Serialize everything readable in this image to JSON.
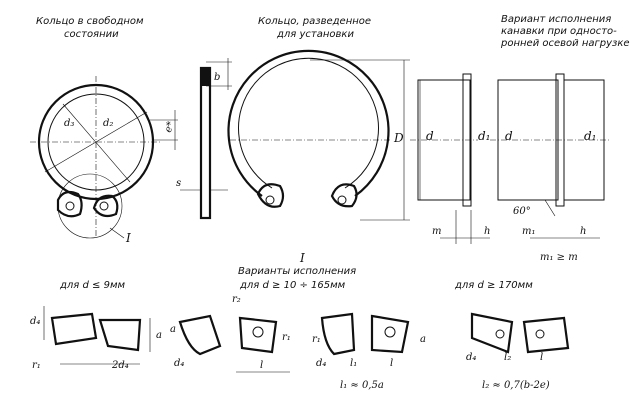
{
  "captions": {
    "free_state": [
      "Кольцо в свободном",
      "состоянии"
    ],
    "spread_state": [
      "Кольцо, разведенное",
      "для установки"
    ],
    "groove_variant": [
      "Вариант исполнения",
      "канавки при односто-",
      "ронней осевой нагрузке"
    ],
    "variants_title": "Варианты исполнения",
    "variant_I": "I",
    "for_d_le_9": "для d ≤ 9мм",
    "for_d_10_165": "для  d ≥ 10 ÷ 165мм",
    "for_d_ge_170": "для      d ≥ 170мм"
  },
  "dimensions": {
    "d3": "d₃",
    "d2": "d₂",
    "e_star": "e*",
    "b": "b",
    "s": "s",
    "D": "D",
    "d": "d",
    "d1": "d₁",
    "m": "m",
    "h": "h",
    "m1": "m₁",
    "angle_60": "60°",
    "m1_ge_m": "m₁ ≥ m",
    "d4": "d₄",
    "r1": "r₁",
    "r2": "r₂",
    "a": "a",
    "l": "l",
    "two_d4": "2d₄",
    "l1": "l₁",
    "I_marker": "I",
    "l1_formula": "l₁ ≈ 0,5a",
    "l2_formula": "l₂ ≈ 0,7(b-2e)",
    "l2": "l₂"
  }
}
